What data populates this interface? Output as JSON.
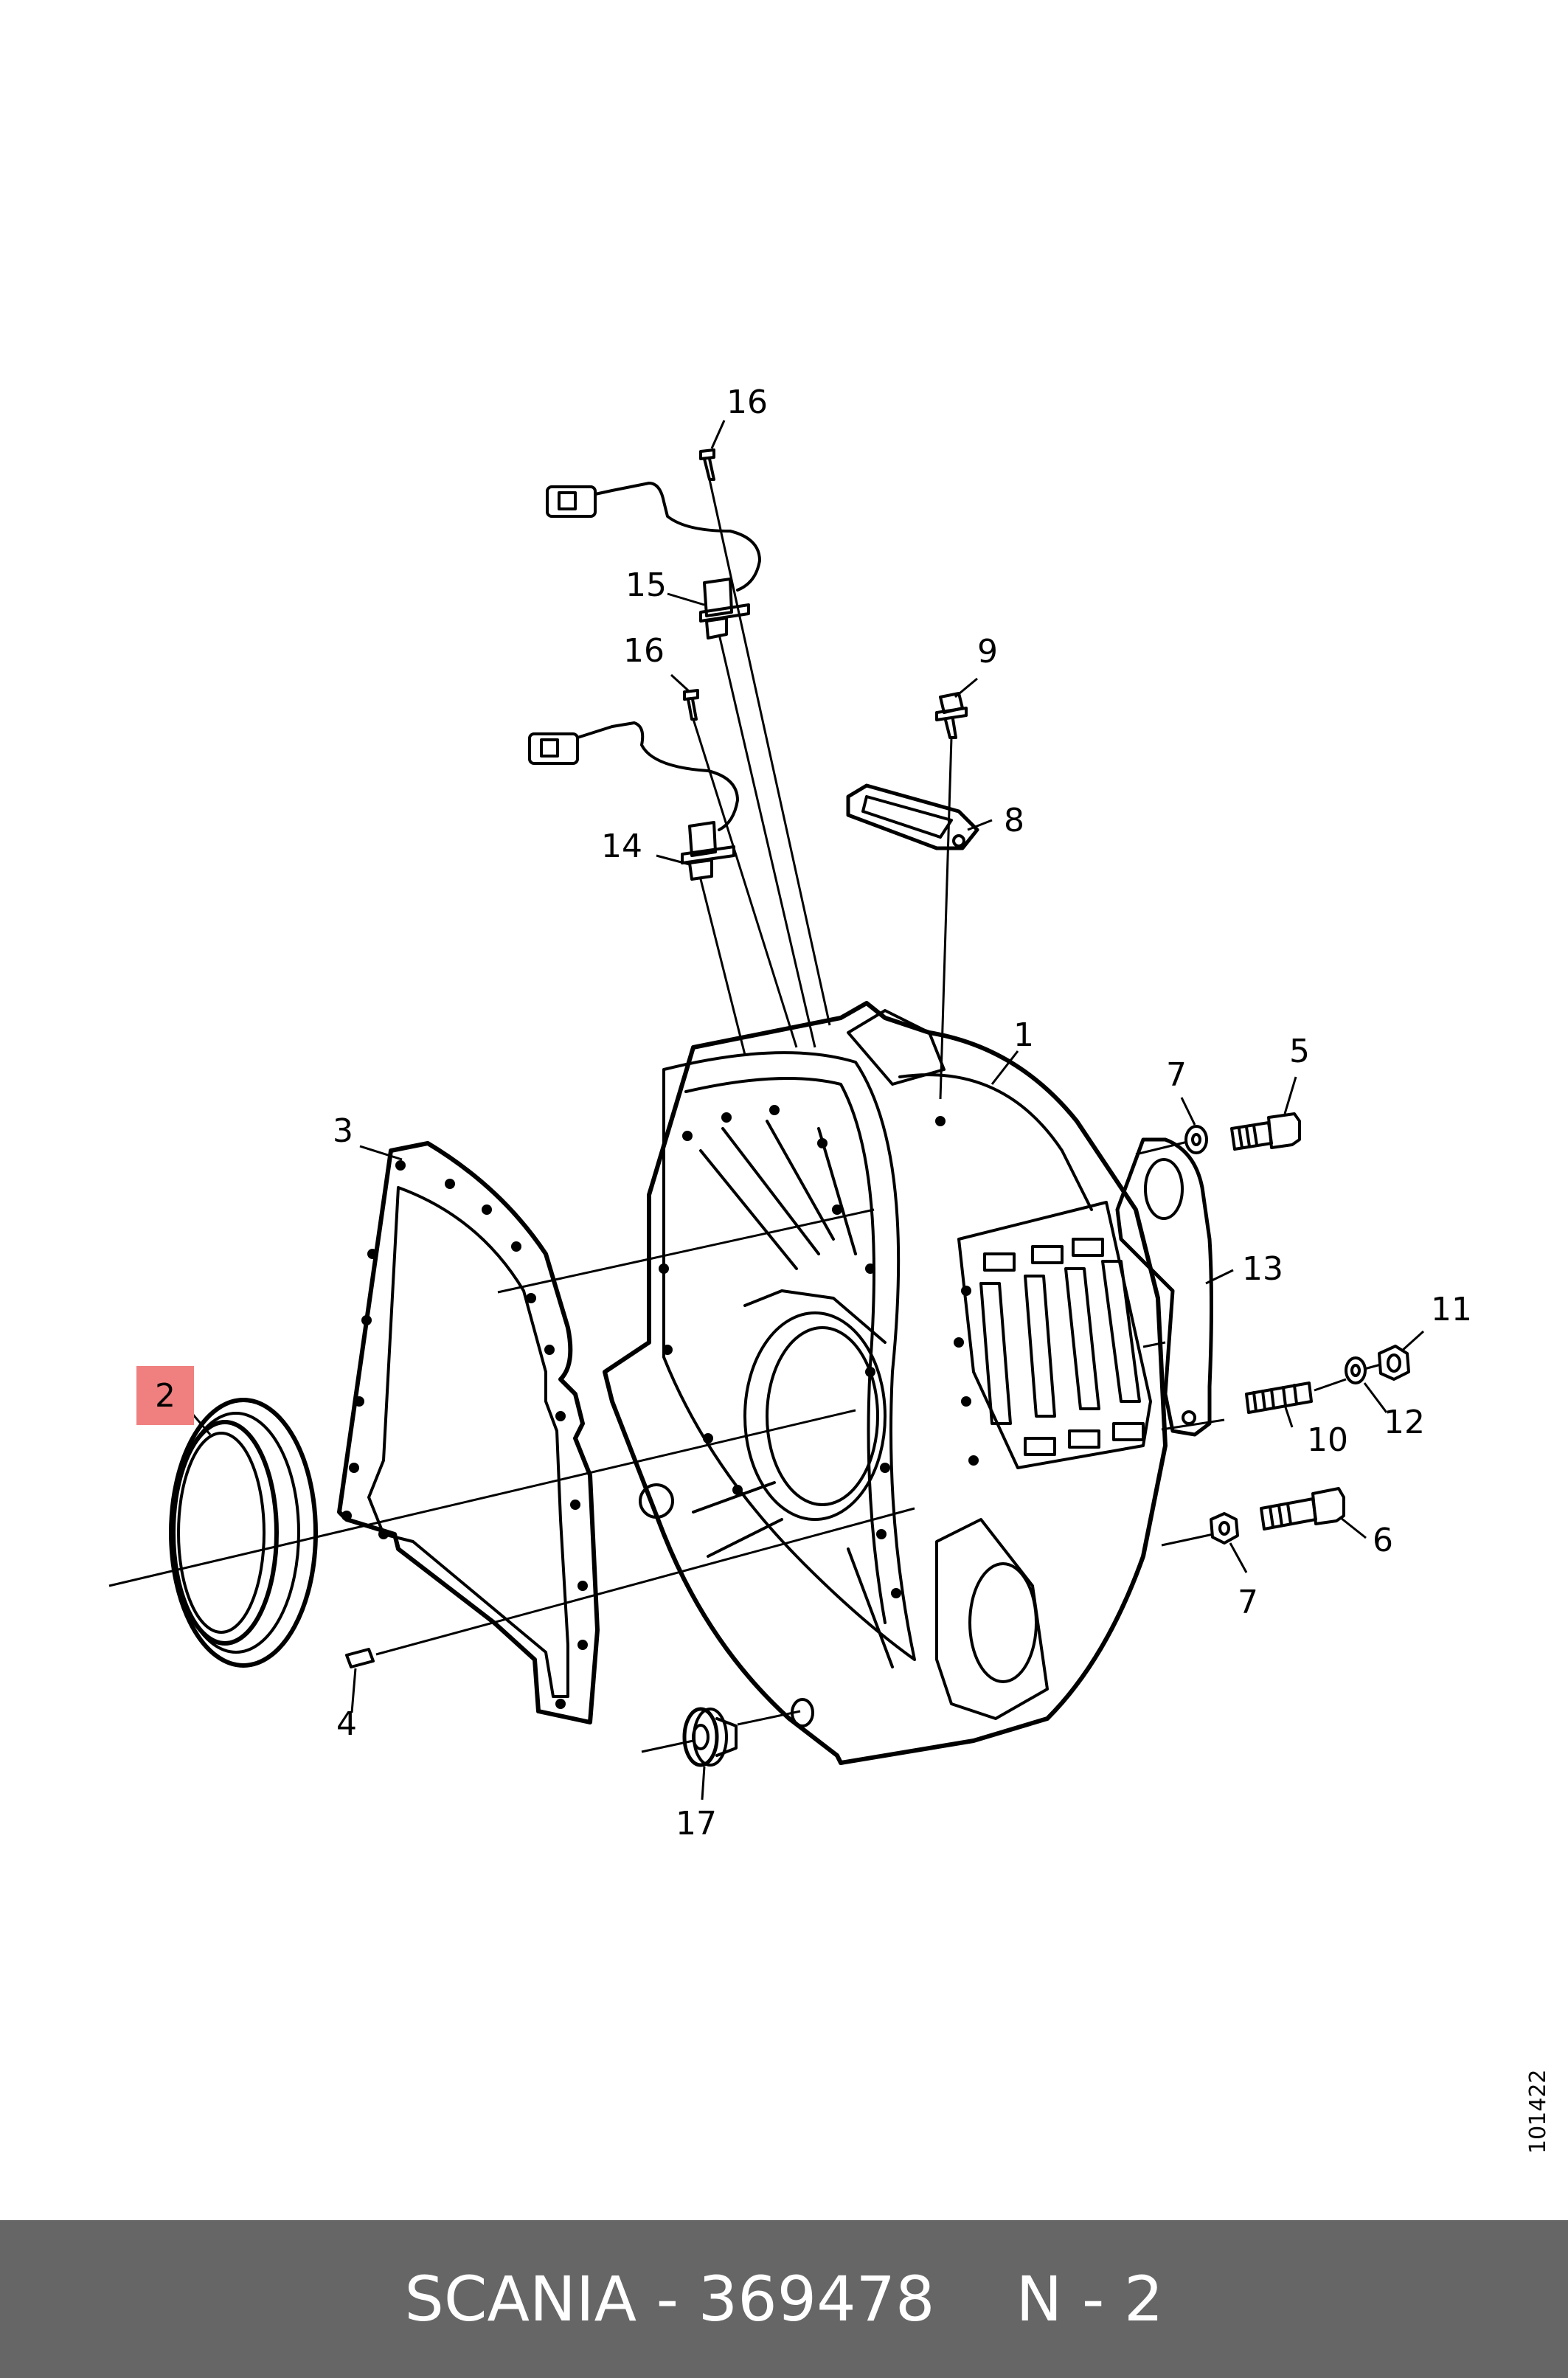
{
  "drawing_number": "101422",
  "footer": {
    "brand_part": "SCANIA - 369478",
    "position_ref": "N - 2"
  },
  "highlight_color": "#f08080",
  "callouts": [
    "16",
    "15",
    "16",
    "9",
    "8",
    "14",
    "1",
    "7",
    "5",
    "3",
    "13",
    "11",
    "2",
    "10",
    "12",
    "6",
    "7",
    "4",
    "17"
  ]
}
